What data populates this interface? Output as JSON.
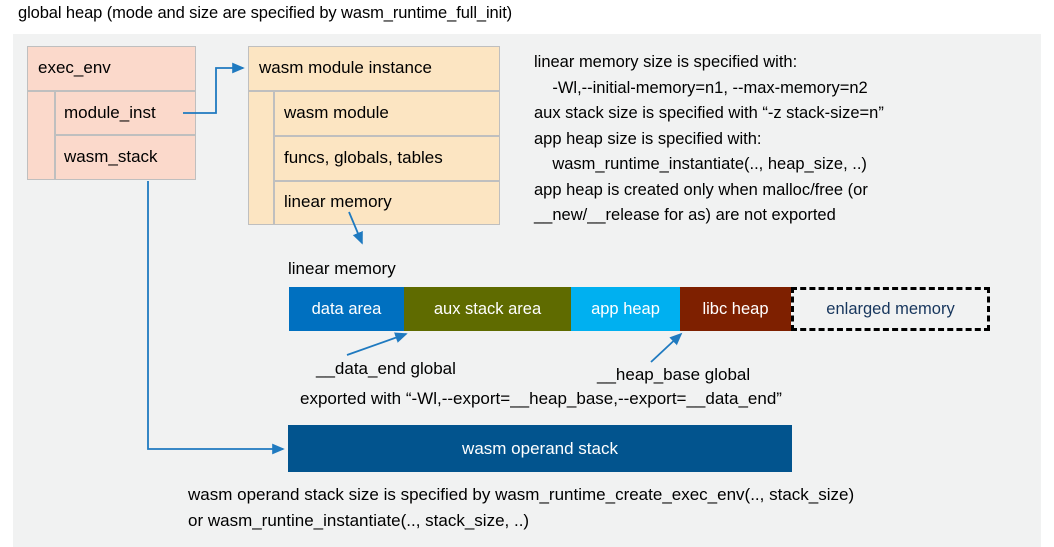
{
  "title": "global heap (mode and size are specified by wasm_runtime_full_init)",
  "colors": {
    "panel_bg": "#f1f2f2",
    "exec_env_fill": "#fbd9cb",
    "instance_fill": "#fce5c2",
    "connector": "#1f7ac0",
    "data_area": "#0070c0",
    "aux_stack_area": "#5f6b00",
    "app_heap": "#00b0f0",
    "libc_heap": "#7e2000",
    "enlarged_memory_text": "#17365d",
    "operand_stack": "#02548e"
  },
  "exec_env": {
    "title": "exec_env",
    "rows": [
      {
        "label": "module_inst"
      },
      {
        "label": "wasm_stack"
      }
    ]
  },
  "module_instance": {
    "title": "wasm module instance",
    "rows": [
      {
        "label": "wasm module"
      },
      {
        "label": "funcs, globals, tables"
      },
      {
        "label": "linear memory"
      }
    ]
  },
  "notes": "linear memory size is specified with:\n    -Wl,--initial-memory=n1, --max-memory=n2\naux stack size is specified with “-z stack-size=n”\napp heap size is specified with:\n    wasm_runtime_instantiate(.., heap_size, ..)\napp heap is created only when malloc/free (or\n__new/__release for as) are not exported",
  "linear_memory": {
    "caption": "linear memory",
    "segments": [
      {
        "label": "data area",
        "color": "#0070c0",
        "width": 115,
        "style": "solid"
      },
      {
        "label": "aux stack area",
        "color": "#5f6b00",
        "width": 167,
        "style": "solid"
      },
      {
        "label": "app heap",
        "color": "#00b0f0",
        "width": 109,
        "style": "solid"
      },
      {
        "label": "libc heap",
        "color": "#7e2000",
        "width": 111,
        "style": "solid"
      },
      {
        "label": "enlarged memory",
        "color": "#f1f2f2",
        "width": 199,
        "style": "dashed"
      }
    ]
  },
  "annotations": {
    "data_end": "__data_end global",
    "heap_base": "__heap_base global",
    "exported": "exported with “-Wl,--export=__heap_base,--export=__data_end”"
  },
  "operand_stack": {
    "label": "wasm operand stack",
    "note": "wasm operand stack size is specified by wasm_runtime_create_exec_env(.., stack_size)\nor wasm_runtine_instantiate(.., stack_size, ..)"
  }
}
